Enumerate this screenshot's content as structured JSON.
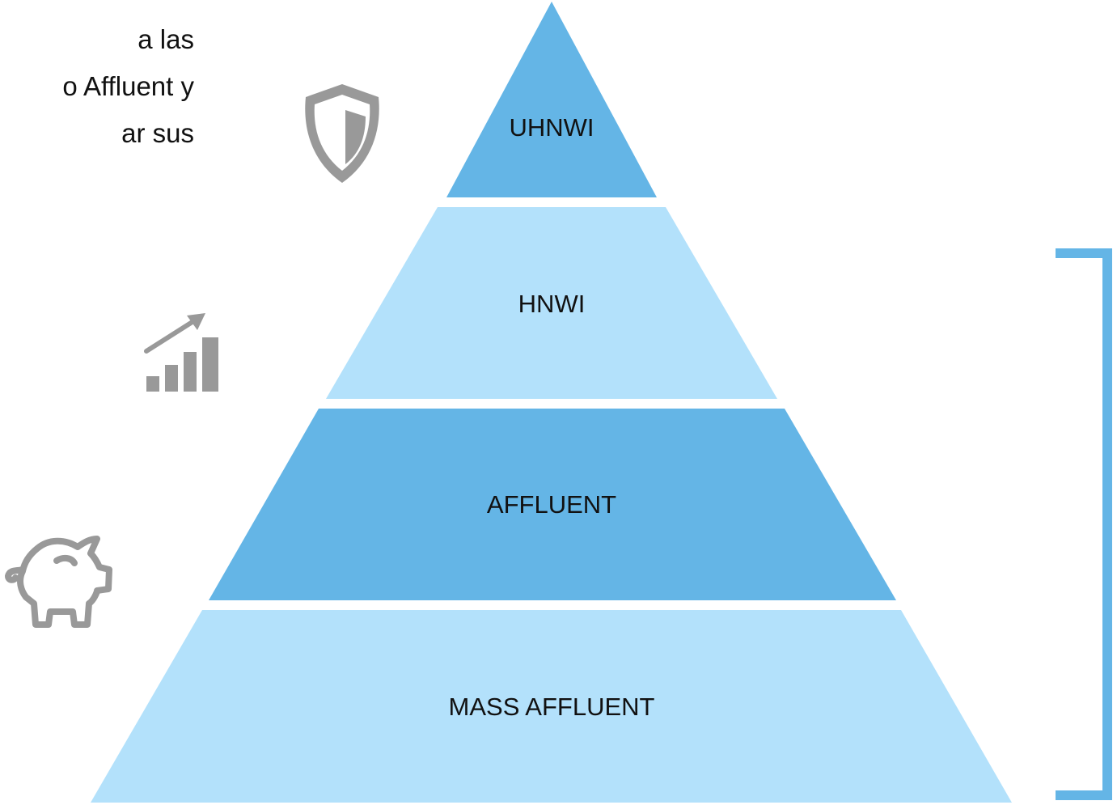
{
  "intro": {
    "lines": [
      "a las",
      "o Affluent y",
      "ar sus"
    ]
  },
  "pyramid": {
    "tiers": [
      {
        "label": "UHNWI",
        "color": "#64B5E6"
      },
      {
        "label": "HNWI",
        "color": "#B3E1FB"
      },
      {
        "label": "AFFLUENT",
        "color": "#64B5E6"
      },
      {
        "label": "MASS AFFLUENT",
        "color": "#B3E1FB"
      }
    ]
  },
  "icons": {
    "shield": "shield-icon",
    "growth": "bar-chart-growth-icon",
    "piggy": "piggy-bank-icon",
    "color": "#999999"
  },
  "bracket": {
    "color": "#64B5E6"
  }
}
